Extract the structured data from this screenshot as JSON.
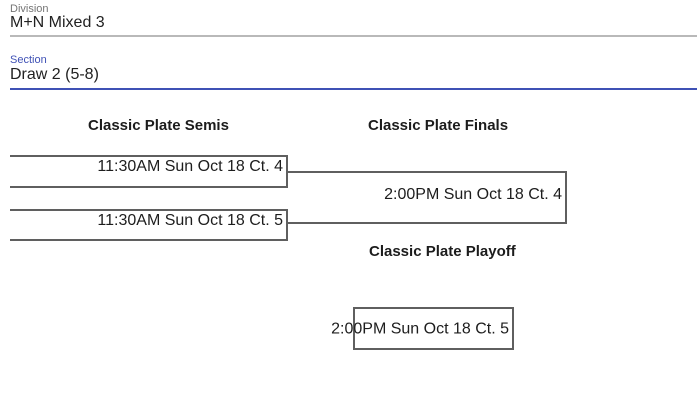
{
  "fields": {
    "division": {
      "label": "Division",
      "value": "M+N Mixed 3"
    },
    "section": {
      "label": "Section",
      "value": "Draw 2 (5-8)"
    }
  },
  "bracket": {
    "columns": {
      "semis": "Classic Plate Semis",
      "finals": "Classic Plate Finals",
      "playoff": "Classic Plate Playoff"
    },
    "matches": {
      "semi1": "11:30AM Sun Oct 18 Ct. 4",
      "semi2": "11:30AM Sun Oct 18 Ct. 5",
      "final": "2:00PM Sun Oct 18 Ct. 4",
      "playoff": "2:00PM Sun Oct 18 Ct. 5"
    }
  },
  "colors": {
    "accent": "#3f51b5",
    "field_label": "#757575",
    "divider": "#b9b9b9",
    "bracket_line": "#5f5f5f",
    "text": "#212121"
  }
}
